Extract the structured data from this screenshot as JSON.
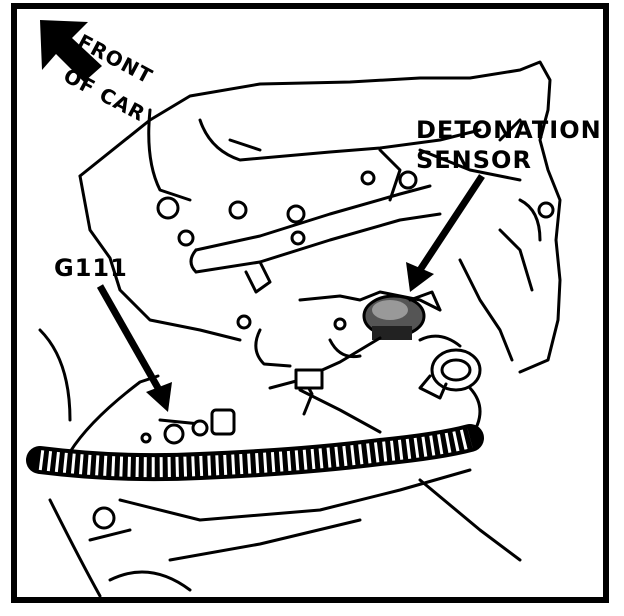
{
  "labels": {
    "front_line1": "FRONT",
    "front_line2": "OF CAR",
    "detonation_line1": "DETONATION",
    "detonation_line2": "SENSOR",
    "ground": "G111"
  },
  "colors": {
    "ink": "#000000",
    "paper": "#ffffff"
  }
}
